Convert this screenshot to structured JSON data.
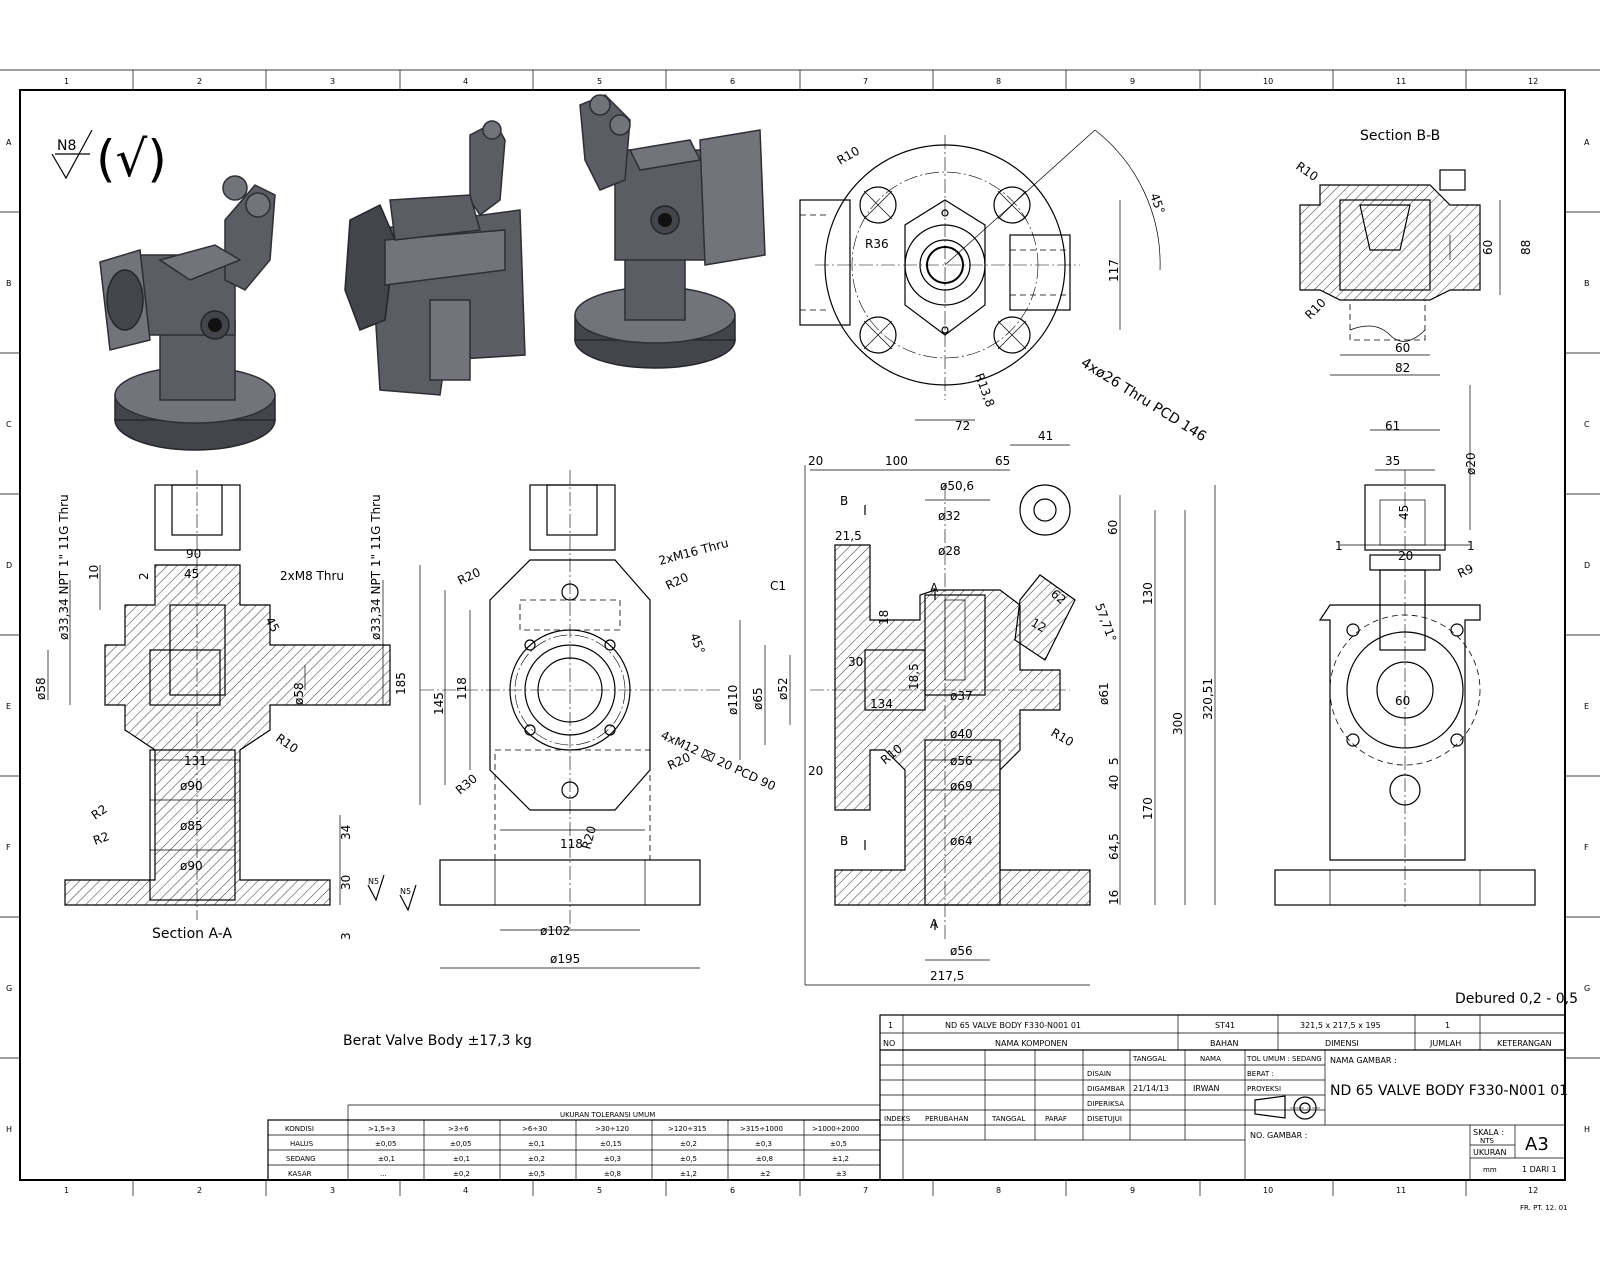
{
  "frame": {
    "col_numbers": [
      "1",
      "2",
      "3",
      "4",
      "5",
      "6",
      "7",
      "8",
      "9",
      "10",
      "11",
      "12"
    ],
    "row_letters": [
      "A",
      "B",
      "C",
      "D",
      "E",
      "F",
      "G",
      "H"
    ]
  },
  "surface": {
    "symbol_label": "N8",
    "check_symbol": "(√)",
    "n5_labels": [
      "N5",
      "N5"
    ]
  },
  "sections": {
    "section_aa": "Section A-A",
    "section_bb": "Section B-B",
    "cut_labels": [
      "B",
      "B",
      "A",
      "A"
    ],
    "c1_label": "C1"
  },
  "notes": {
    "weight": "Berat Valve Body ±17,3 kg",
    "deburred": "Debured 0,2 - 0,5",
    "sheet_code": "FR. PT. 12. 01"
  },
  "dimensions": {
    "front_view": [
      "R10",
      "R36",
      "R13,8",
      "45°",
      "117",
      "72",
      "4xø26 Thru PCD 146"
    ],
    "section_bb": [
      "R10",
      "R10",
      "60",
      "88",
      "60",
      "82"
    ],
    "section_aa": [
      "ø33,34 NPT 1\" 11G Thru",
      "ø33,34 NPT 1\" 11G Thru",
      "90",
      "45",
      "2xM8 Thru",
      "10",
      "2",
      "45",
      "ø58",
      "ø58",
      "185",
      "R10",
      "131",
      "ø90",
      "ø85",
      "ø90",
      "R2",
      "R2",
      "34",
      "30",
      "3"
    ],
    "top_view": [
      "2xM16 Thru",
      "R20",
      "R20",
      "45°",
      "145",
      "118",
      "R30",
      "R20",
      "4xM12 ⌧ 20 PCD 90",
      "R20",
      "118",
      "ø102",
      "ø195"
    ],
    "side_view": [
      "20",
      "100",
      "65",
      "41",
      "ø50,6",
      "ø32",
      "ø28",
      "21,5",
      "60",
      "130",
      "320,51",
      "12",
      "62",
      "57,71°",
      "18",
      "18,5",
      "30",
      "ø37",
      "ø61",
      "ø110",
      "ø65",
      "ø52",
      "134",
      "R10",
      "ø40",
      "R10",
      "5",
      "300",
      "20",
      "ø56",
      "ø69",
      "40",
      "170",
      "ø64",
      "64,5",
      "16",
      "ø56",
      "217,5"
    ],
    "right_view": [
      "61",
      "ø20",
      "35",
      "45",
      "1",
      "20",
      "1",
      "R9",
      "60"
    ]
  },
  "title_block": {
    "row1": {
      "no": "1",
      "name": "ND 65 VALVE BODY F330-N001 01",
      "material": "ST41",
      "dimension": "321,5 x 217,5 x 195",
      "qty": "1",
      "note": ""
    },
    "header": {
      "no": "NO",
      "name": "NAMA KOMPONEN",
      "material": "BAHAN",
      "dimension": "DIMENSI",
      "qty": "JUMLAH",
      "note": "KETERANGAN"
    },
    "sign_headers": {
      "tanggal": "TANGGAL",
      "nama": "NAMA",
      "tol": "TOL UMUM : SEDANG"
    },
    "sign_rows": [
      "DISAIN",
      "DIGAMBAR",
      "DIPERIKSA",
      "DISETUJUI"
    ],
    "digambar_date": "21/14/13",
    "digambar_name": "IRWAN",
    "berat": "BERAT :",
    "proyeksi": "PROYEKSI",
    "revision_cols": [
      "INDEKS",
      "PERUBAHAN",
      "TANGGAL",
      "PARAF"
    ],
    "nama_gambar_label": "NAMA GAMBAR :",
    "nama_gambar": "ND 65 VALVE BODY F330-N001 01",
    "no_gambar_label": "NO. GAMBAR :",
    "skala_label": "SKALA :",
    "skala_value": "NTS",
    "ukuran_label": "UKURAN",
    "ukuran_unit": "mm",
    "size": "A3",
    "sheet": "1 DARI 1"
  },
  "tolerance_table": {
    "title": "UKURAN TOLERANSI UMUM",
    "header_label": "KONDISI",
    "columns": [
      ">1,5÷3",
      ">3÷6",
      ">6÷30",
      ">30÷120",
      ">120÷315",
      ">315÷1000",
      ">1000÷2000"
    ],
    "rows": [
      {
        "label": "HALUS",
        "values": [
          "±0,05",
          "±0,05",
          "±0,1",
          "±0,15",
          "±0,2",
          "±0,3",
          "±0,5"
        ]
      },
      {
        "label": "SEDANG",
        "values": [
          "±0,1",
          "±0,1",
          "±0,2",
          "±0,3",
          "±0,5",
          "±0,8",
          "±1,2"
        ]
      },
      {
        "label": "KASAR",
        "values": [
          "...",
          "±0,2",
          "±0,5",
          "±0,8",
          "±1,2",
          "±2",
          "±3"
        ]
      }
    ]
  }
}
